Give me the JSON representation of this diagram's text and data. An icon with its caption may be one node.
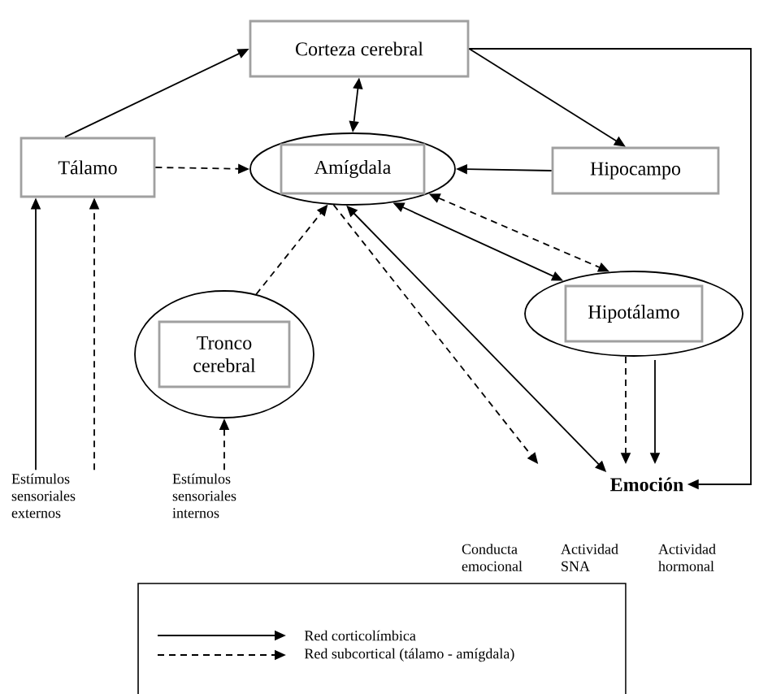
{
  "diagram": {
    "nodes": [
      {
        "text": [
          "Corteza cerebral"
        ]
      },
      {
        "text": [
          "Tálamo"
        ]
      },
      {
        "text": [
          "Amígdala"
        ]
      },
      {
        "text": [
          "Hipocampo"
        ]
      },
      {
        "text": [
          "Hipotálamo"
        ]
      },
      {
        "text": [
          "Tronco cerebral"
        ]
      },
      {
        "text": [
          "Emoción"
        ]
      },
      {
        "text": [
          "Estímulos sensoriales externos"
        ]
      },
      {
        "text": [
          "Estímulos sensoriales internos"
        ]
      }
    ],
    "edges": [
      {
        "from": 1,
        "to": 0,
        "arrow": "to"
      },
      {
        "from": 0,
        "to": 2,
        "arrow": "both"
      },
      {
        "from": 0,
        "to": 3,
        "arrow": "to"
      },
      {
        "from": 0,
        "to": 6,
        "arrow": "to"
      },
      {
        "from": 1,
        "to": 2,
        "arrow": "to",
        "style": "dashed"
      },
      {
        "from": 3,
        "to": 2,
        "arrow": "to"
      },
      {
        "from": 2,
        "to": 4,
        "arrow": "both"
      },
      {
        "from": 2,
        "to": 4,
        "arrow": "both",
        "style": "dashed"
      },
      {
        "from": 5,
        "to": 2,
        "arrow": "to",
        "style": "dashed"
      },
      {
        "from": 6,
        "to": 2,
        "arrow": "both"
      },
      {
        "from": 2,
        "to": 6,
        "arrow": "to",
        "style": "dashed"
      },
      {
        "from": 4,
        "to": 6,
        "arrow": "to",
        "style": "dashed"
      },
      {
        "from": 4,
        "to": 6,
        "arrow": "to"
      },
      {
        "from": 7,
        "to": 1,
        "arrow": "to"
      },
      {
        "from": 7,
        "to": 1,
        "arrow": "to",
        "style": "dashed"
      },
      {
        "from": 8,
        "to": 5,
        "arrow": "to",
        "style": "dashed"
      }
    ],
    "labels": [
      "Conducta emocional",
      "Actividad SNA",
      "Actividad hormonal"
    ],
    "legend": [
      {
        "text": "Red corticolímbica"
      },
      {
        "text": "Red subcortical (tálamo - amígdala)"
      }
    ]
  }
}
